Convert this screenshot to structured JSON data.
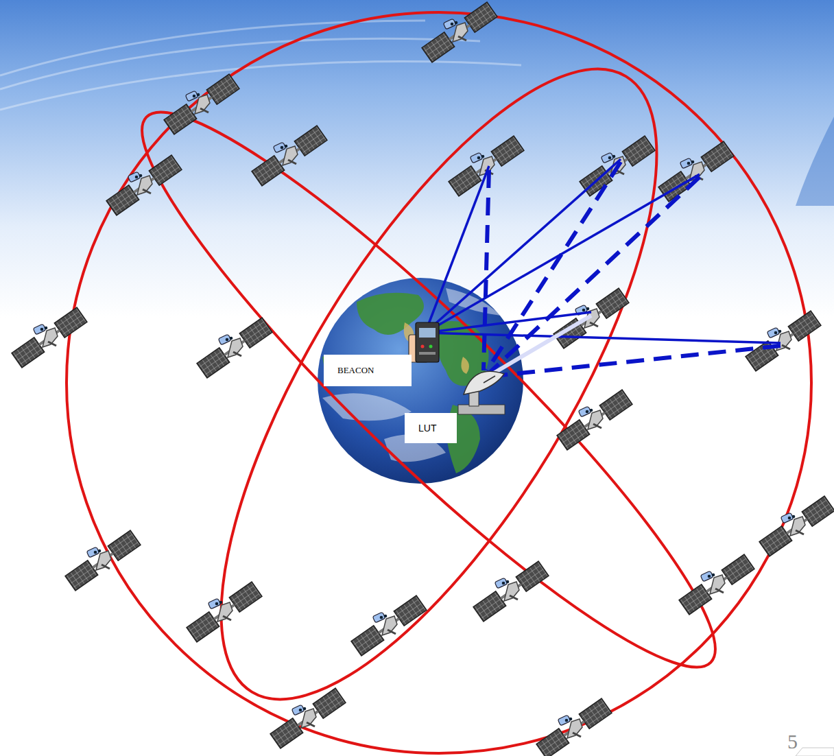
{
  "diagram": {
    "nodes": [
      {
        "text": [
          "BEACON"
        ]
      },
      {
        "text": [
          "LUT"
        ]
      }
    ],
    "labels": [
      "5"
    ]
  }
}
